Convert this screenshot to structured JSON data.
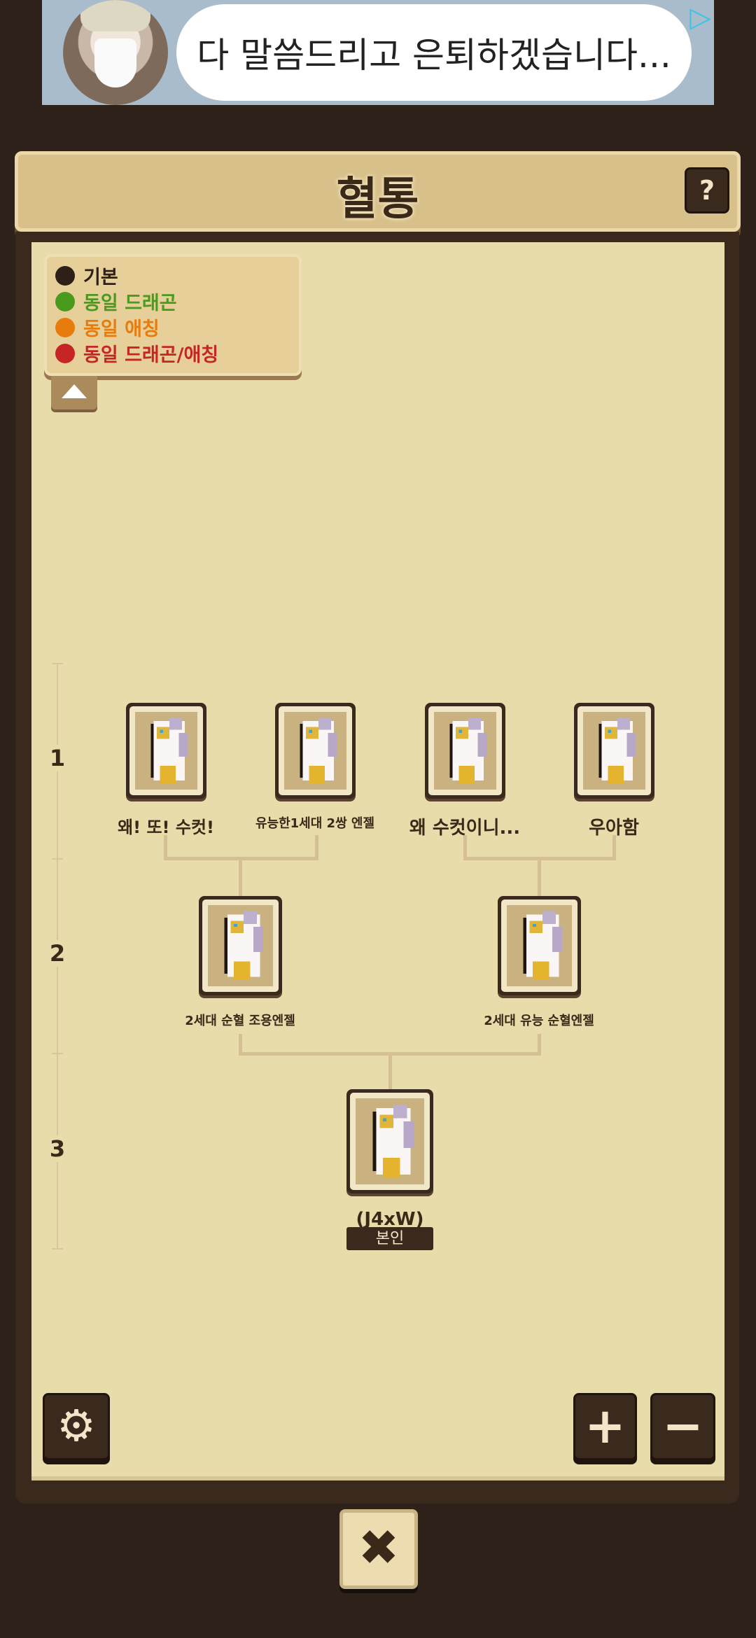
{
  "ad": {
    "text": "다 말씀드리고 은퇴하겠습니다...",
    "icon": "ad-play-icon"
  },
  "header": {
    "title": "혈통",
    "help_label": "?"
  },
  "legend": {
    "items": [
      {
        "label": "기본",
        "color": "#2e2016"
      },
      {
        "label": "동일 드래곤",
        "color": "#4a9a1e"
      },
      {
        "label": "동일 애칭",
        "color": "#e77b0c"
      },
      {
        "label": "동일 드래곤/애칭",
        "color": "#c62525"
      }
    ]
  },
  "generations": [
    "1",
    "2",
    "3"
  ],
  "tree": {
    "gen1": [
      {
        "name": "왜! 또! 수컷!"
      },
      {
        "name": "유능한1세대 2쌍 엔젤"
      },
      {
        "name": "왜 수컷이니..."
      },
      {
        "name": "우아함"
      }
    ],
    "gen2": [
      {
        "name": "2세대 순혈 조용엔젤"
      },
      {
        "name": "2세대 유능 순혈엔젤"
      }
    ],
    "gen3": [
      {
        "name": "(J4xW)",
        "badge": "본인"
      }
    ]
  },
  "controls": {
    "settings_icon": "gear-icon",
    "zoom_in": "+",
    "zoom_out": "−",
    "close": "✖"
  }
}
